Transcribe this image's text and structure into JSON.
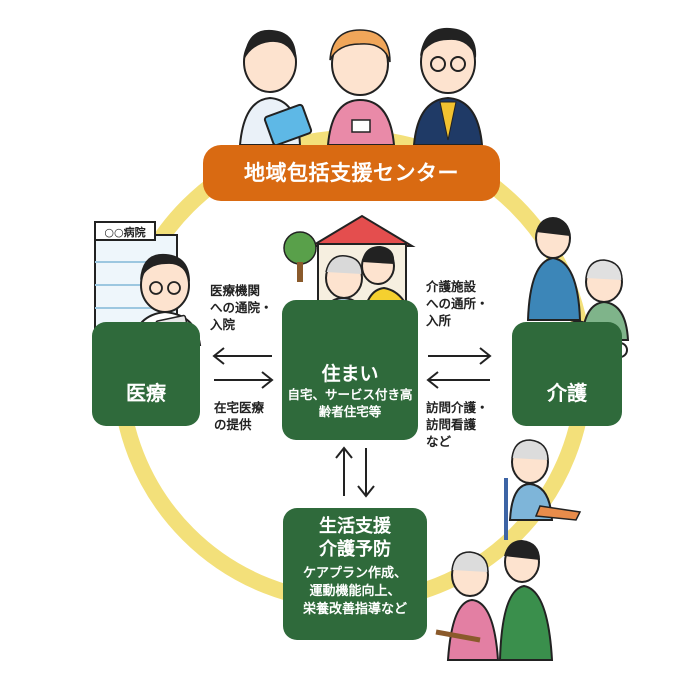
{
  "header": {
    "title": "地域包括支援センター"
  },
  "center": {
    "title": "住まい",
    "sub": "自宅、サービス付き高齢者住宅等"
  },
  "medical": {
    "title": "医療",
    "sign": "○○病院",
    "arrow_label_top": [
      "医療機関",
      "への通院・",
      "入院"
    ],
    "arrow_label_bottom": [
      "在宅医療",
      "の提供"
    ]
  },
  "care": {
    "title": "介護",
    "arrow_label_top": [
      "介護施設",
      "への通所・",
      "入所"
    ],
    "arrow_label_bottom": [
      "訪問介護・",
      "訪問看護",
      "など"
    ]
  },
  "life": {
    "title_lines": [
      "生活支援",
      "介護予防"
    ],
    "sub_lines": [
      "ケアプラン作成、",
      "運動機能向上、",
      "栄養改善指導など"
    ]
  },
  "colors": {
    "green": "#2f6a3b",
    "orange": "#d96a12",
    "ring": "#f3e07a"
  },
  "icons": [
    "staff-group-illustration",
    "hospital-building-illustration",
    "doctor-illustration",
    "house-illustration",
    "caregiver-elder-illustration",
    "wheelchair-illustration",
    "exercise-elder-illustration",
    "walking-support-illustration"
  ]
}
